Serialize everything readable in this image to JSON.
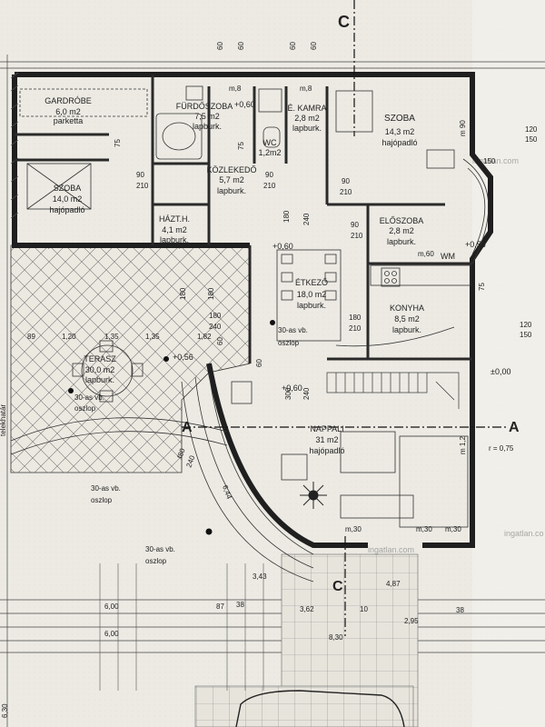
{
  "rooms": [
    {
      "name": "GARDRÓBE",
      "area": "6,0 m2",
      "floor": "parketta"
    },
    {
      "name": "FÜRDŐSZOBA",
      "area": "7,5 m2",
      "floor": "lapburk."
    },
    {
      "name": "É. KAMRA",
      "area": "2,8 m2",
      "floor": "lapburk."
    },
    {
      "name": "SZOBA",
      "area": "14,3 m2",
      "floor": "hajópadló"
    },
    {
      "name": "SZOBA",
      "area": "14,0 m2",
      "floor": "hajópadló"
    },
    {
      "name": "WC",
      "area": "1,2m2",
      "floor": ""
    },
    {
      "name": "KÖZLEKEDŐ",
      "area": "5,7 m2",
      "floor": "lapburk."
    },
    {
      "name": "HÁZT.H.",
      "area": "4,1 m2",
      "floor": "lapburk."
    },
    {
      "name": "ELŐSZOBA",
      "area": "2,8 m2",
      "floor": "lapburk."
    },
    {
      "name": "ÉTKEZŐ",
      "area": "18,0 m2",
      "floor": "lapburk."
    },
    {
      "name": "KONYHA",
      "area": "8,5 m2",
      "floor": "lapburk."
    },
    {
      "name": "TERASZ",
      "area": "30,0 m2",
      "floor": "lapburk."
    },
    {
      "name": "NAPPALI",
      "area": "31 m2",
      "floor": "hajópadló"
    }
  ],
  "levels": [
    "+0,60",
    "+0,60",
    "+0,56",
    "±0,00",
    "+0,56",
    "+0,60"
  ],
  "dims": {
    "top_60a": "60",
    "top_60b": "60",
    "top_60c": "60",
    "top_60d": "60",
    "d150": "150",
    "d75a": "75",
    "d75b": "75",
    "d90a": "90",
    "d210a": "210",
    "d90b": "90",
    "d210b": "210",
    "d90c": "90",
    "d210c": "210",
    "d180a": "180",
    "d240a": "240",
    "d180b": "180",
    "d240b": "180",
    "d90d": "90",
    "d210d": "210",
    "d180c": "180",
    "d210e": "210",
    "d120a": "120",
    "d150a": "150",
    "d120b": "120",
    "d150b": "150",
    "d89": "89",
    "d120": "1,20",
    "d135": "1,35",
    "d135b": "1,35",
    "d182": "1,82",
    "d60r": "60",
    "d180x": "180",
    "d240x": "240",
    "d300": "300",
    "d240y": "240",
    "d180z": "f80",
    "d240z": "240",
    "d644": "6,44",
    "d343": "3,43",
    "d362": "3,62",
    "d487": "4,87",
    "d600a": "6,00",
    "d600b": "6,00",
    "d87": "87",
    "d38": "38",
    "d10": "10",
    "d295": "2,95",
    "d38b": "38",
    "d630": "6,30",
    "d830": "8,30",
    "d30a": "m,30",
    "d30b": "m,30",
    "d30c": "m,30",
    "d60a": "m,60",
    "d60b": "m,60",
    "d60c": "m,60",
    "d60d": "m,60",
    "d18a": "m,8",
    "d18b": "m,8",
    "r075": "r = 0,75",
    "m12": "m 1,2",
    "m90": "m 90",
    "d75c": "75",
    "d60y": "60"
  },
  "labels": {
    "col1": "30-as vb.",
    "col1b": "oszlop",
    "col2": "30-as vb.",
    "col2b": "oszlop",
    "col3": "30-as vb.",
    "col3b": "oszlop",
    "col4": "30-as vb.",
    "col4b": "oszlop",
    "sec_a_left": "A",
    "sec_a_right": "A",
    "sec_c_top": "C",
    "sec_c_bottom": "C",
    "wm": "WM",
    "side": "telekhatár",
    "wm_top": "ingatlan.com",
    "wm_mid": "ingatlan.com",
    "wm_bot": "ingatlan.co"
  }
}
